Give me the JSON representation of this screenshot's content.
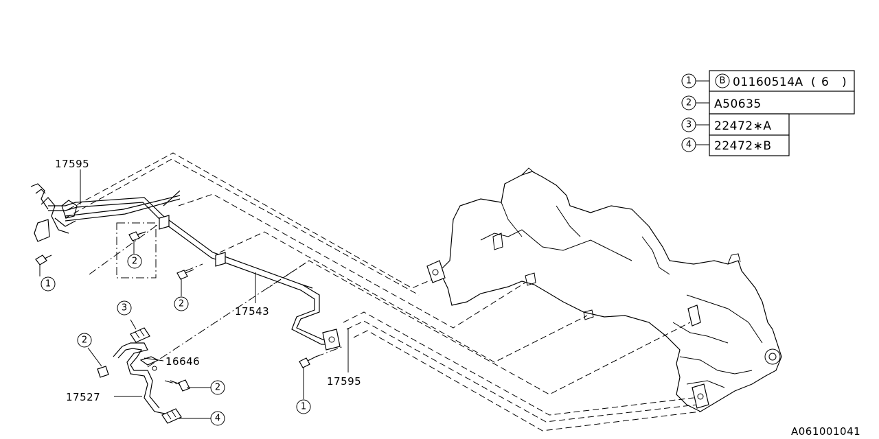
{
  "diagram_id": "A061001041",
  "legend": [
    {
      "num": "1",
      "prefix": "B",
      "code": "01160514A",
      "qty": "6"
    },
    {
      "num": "2",
      "prefix": "",
      "code": "A50635",
      "qty": ""
    },
    {
      "num": "3",
      "prefix": "",
      "code": "22472∗A",
      "qty": ""
    },
    {
      "num": "4",
      "prefix": "",
      "code": "22472∗B",
      "qty": ""
    }
  ],
  "part_labels": {
    "p17595_top": "17595",
    "p17595_bottom": "17595",
    "p17543": "17543",
    "p16646": "16646",
    "p17527": "17527"
  },
  "callouts": {
    "c1_left": "1",
    "c1_bottom": "1",
    "c2_box": "2",
    "c2_mid": "2",
    "c2_left": "2",
    "c2_right": "2",
    "c3": "3",
    "c4": "4"
  }
}
